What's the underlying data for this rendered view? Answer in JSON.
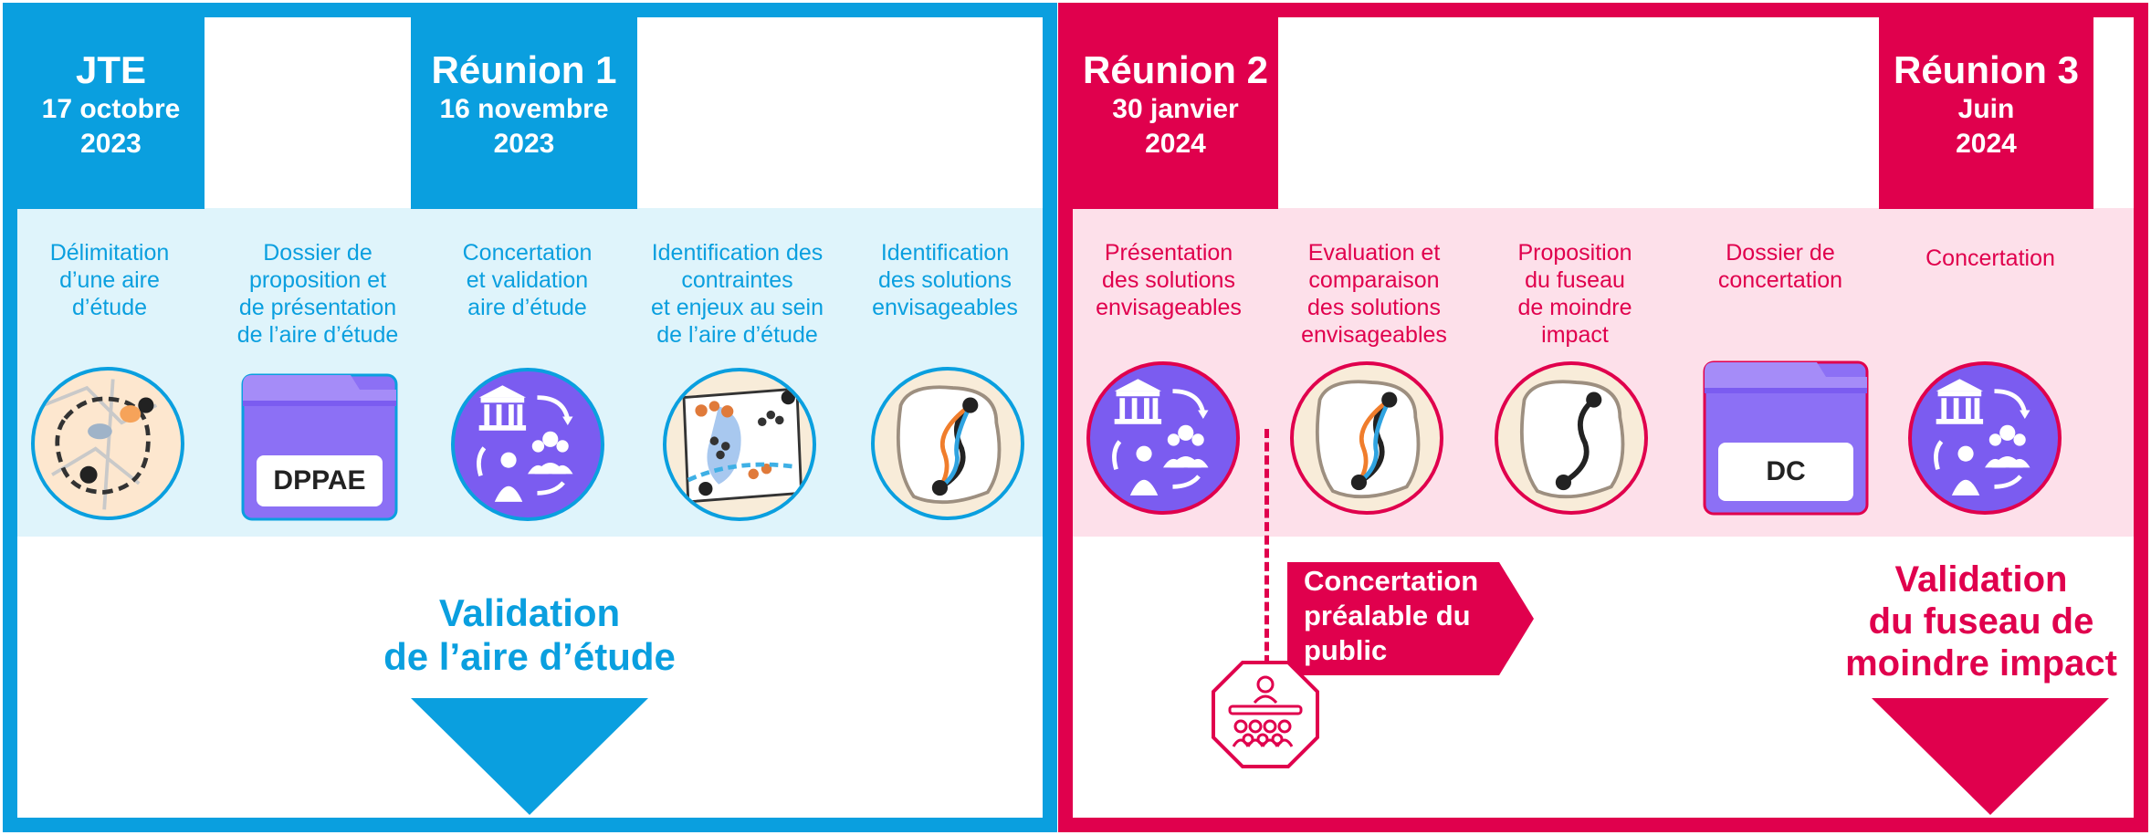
{
  "headers": {
    "jte": {
      "title": "JTE",
      "line1": "17 octobre",
      "line2": "2023"
    },
    "r1": {
      "title": "Réunion 1",
      "line1": "16 novembre",
      "line2": "2023"
    },
    "r2": {
      "title": "Réunion 2",
      "line1": "30 janvier",
      "line2": "2024"
    },
    "r3": {
      "title": "Réunion 3",
      "line1": "Juin",
      "line2": "2024"
    }
  },
  "steps": {
    "s1": [
      "Délimitation",
      "d’une aire",
      "d’étude"
    ],
    "s2": [
      "Dossier de",
      "proposition et",
      "de présentation",
      "de l’aire d’étude"
    ],
    "s3": [
      "Concertation",
      "et validation",
      "aire d’étude"
    ],
    "s4": [
      "Identification des",
      "contraintes",
      "et enjeux au sein",
      "de l’aire d’étude"
    ],
    "s5": [
      "Identification",
      "des solutions",
      "envisageables"
    ],
    "s6": [
      "Présentation",
      "des solutions",
      "envisageables"
    ],
    "s7": [
      "Evaluation et",
      "comparaison",
      "des solutions",
      "envisageables"
    ],
    "s8": [
      "Proposition",
      "du fuseau",
      "de moindre",
      "impact"
    ],
    "s9": [
      "Dossier de",
      "concertation"
    ],
    "s10": [
      "Concertation"
    ]
  },
  "folders": {
    "dppae": "DPPAE",
    "dc": "DC"
  },
  "validation_blue": [
    "Validation",
    "de l’aire d’étude"
  ],
  "validation_pink": [
    "Validation",
    "du fuseau de",
    "moindre impact"
  ],
  "concertation_public": [
    "Concertation",
    "préalable du",
    "public"
  ],
  "colors": {
    "blue": "#0a9fdf",
    "pink": "#e0004d",
    "purple": "#7b5cf0",
    "light_blue": "#dff4fb",
    "light_pink": "#fde0ea"
  },
  "icons": [
    "map-study-area-icon",
    "folder-icon",
    "governance-cycle-icon",
    "constraints-map-icon",
    "route-solutions-icon",
    "public-meeting-icon"
  ]
}
